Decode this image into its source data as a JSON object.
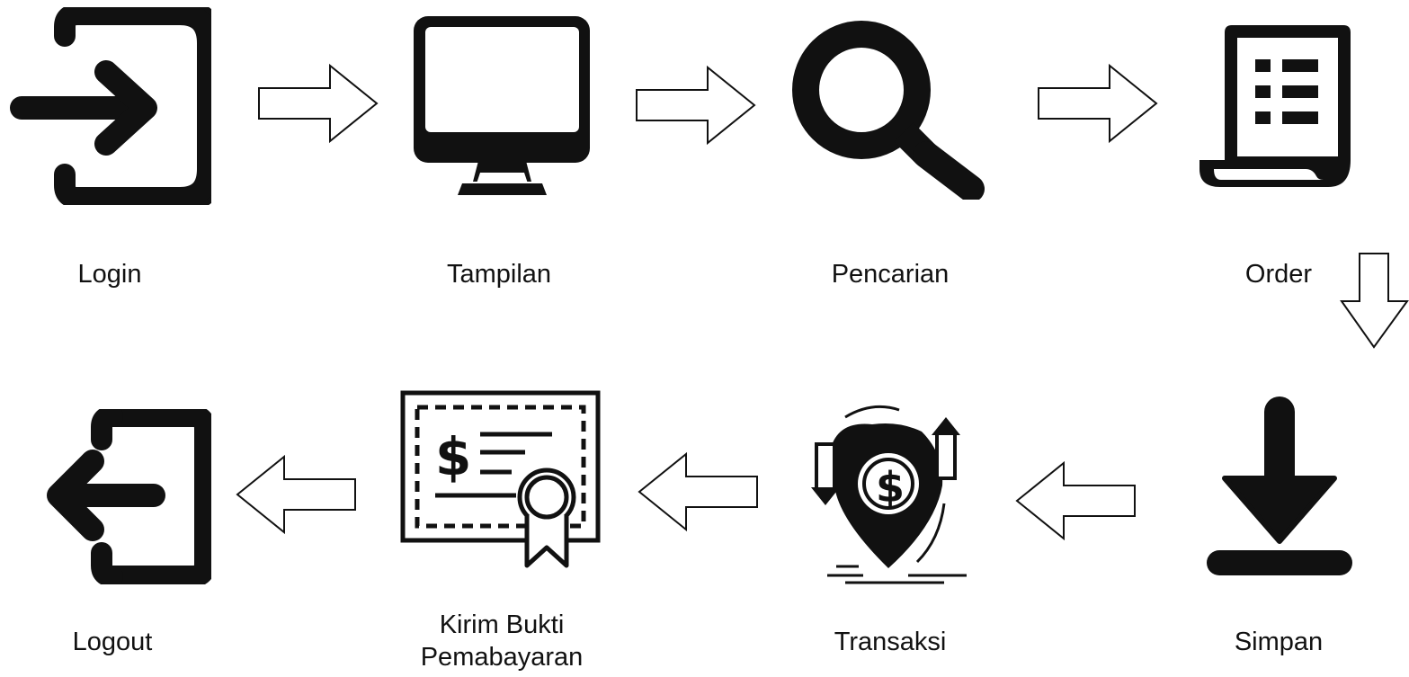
{
  "steps": [
    {
      "id": "login",
      "label": "Login",
      "icon": "login-icon"
    },
    {
      "id": "tampilan",
      "label": "Tampilan",
      "icon": "monitor-icon"
    },
    {
      "id": "pencarian",
      "label": "Pencarian",
      "icon": "magnifier-icon"
    },
    {
      "id": "order",
      "label": "Order",
      "icon": "order-list-icon"
    },
    {
      "id": "simpan",
      "label": "Simpan",
      "icon": "download-icon"
    },
    {
      "id": "transaksi",
      "label": "Transaksi",
      "icon": "money-transaction-icon"
    },
    {
      "id": "kirim",
      "label_line1": "Kirim Bukti",
      "label_line2": "Pemabayaran",
      "icon": "payment-certificate-icon"
    },
    {
      "id": "logout",
      "label": "Logout",
      "icon": "logout-icon"
    }
  ],
  "flow": [
    "Login",
    "Tampilan",
    "Pencarian",
    "Order",
    "Simpan",
    "Transaksi",
    "Kirim Bukti Pemabayaran",
    "Logout"
  ]
}
